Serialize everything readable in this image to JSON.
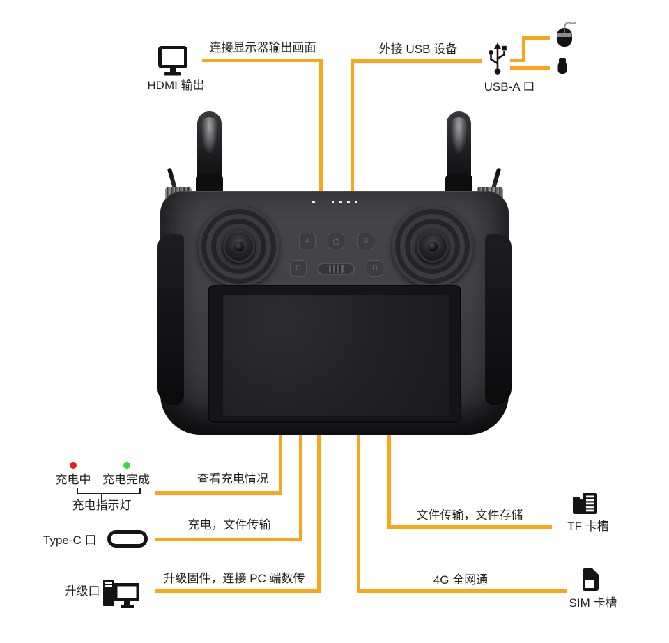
{
  "colors": {
    "accent": "#F9A61B",
    "ink": "#1F1F1F",
    "charging_red": "#EE1B1B",
    "complete_green": "#2EDD43"
  },
  "icons": {
    "hdmi": "monitor-icon",
    "usb_port": "usb-trident-icon",
    "peripherals": [
      "mouse-icon",
      "usb-drive-icon"
    ],
    "type_c": "type-c-port-icon",
    "upgrade": "desktop-pc-icon",
    "tf": "tf-card-icon",
    "sim": "sim-card-icon",
    "power": "power-icon"
  },
  "top_left": {
    "desc": "连接显示器输出画面",
    "label": "HDMI 输出"
  },
  "top_right": {
    "desc": "外接 USB 设备",
    "label": "USB-A 口"
  },
  "charging": {
    "charging_label": "充电中",
    "complete_label": "充电完成",
    "indicator_label": "充电指示灯",
    "view_desc": "查看充电情况"
  },
  "type_c": {
    "label": "Type-C 口",
    "desc": "充电，文件传输"
  },
  "upgrade": {
    "label": "升级口",
    "desc": "升级固件，连接 PC 端数传"
  },
  "tf": {
    "label": "TF 卡槽",
    "desc": "文件传输，文件存储"
  },
  "sim": {
    "label": "SIM 卡槽",
    "desc": "4G 全网通"
  },
  "controller": {
    "button_a": "A",
    "button_b": "B",
    "button_c": "C",
    "button_d": "D"
  }
}
